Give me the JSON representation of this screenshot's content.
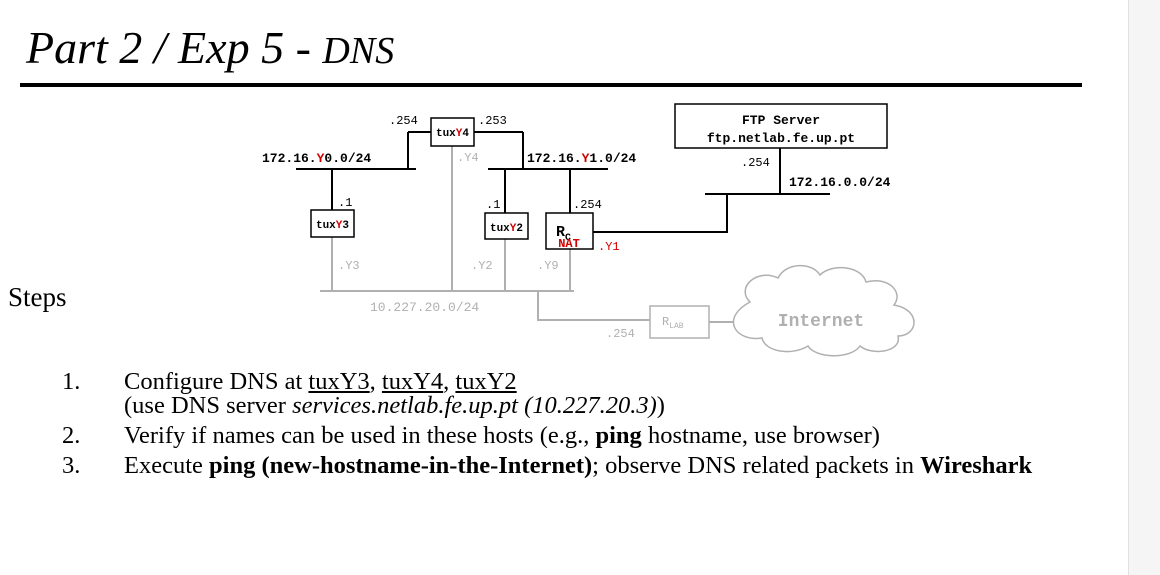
{
  "title": {
    "main": "Part 2 / Exp 5 - ",
    "suffix": "DNS"
  },
  "diagram": {
    "colors": {
      "accent": "#d00000",
      "line": "#000000",
      "inactive": "#b0b0b0"
    },
    "nets": {
      "net_y0": {
        "pre": "172.16.",
        "y": "Y",
        "post": "0.0/24"
      },
      "net_y1": {
        "pre": "172.16.",
        "y": "Y",
        "post": "1.0/24"
      },
      "net_16": "172.16.0.0/24",
      "net_lab": "10.227.20.0/24"
    },
    "hosts": {
      "tux4": {
        "pre": "tux",
        "y": "Y",
        "post": "4"
      },
      "tux3": {
        "pre": "tux",
        "y": "Y",
        "post": "3"
      },
      "tux2": {
        "pre": "tux",
        "y": "Y",
        "post": "2"
      },
      "rc": {
        "main": "R",
        "sub": "C",
        "nat": "NAT"
      },
      "rlab": {
        "main": "R",
        "sub": "LAB"
      },
      "ftp": {
        "line1": "FTP Server",
        "line2": "ftp.netlab.fe.up.pt"
      },
      "internet": "Internet"
    },
    "addresses": {
      "tux4_left": ".254",
      "tux4_right": ".253",
      "tux4_bottom": ".Y4",
      "tux3_top": ".1",
      "tux3_bottom": ".Y3",
      "tux2_top": ".1",
      "tux2_bottom": ".Y2",
      "rc_top": ".254",
      "rc_bottom": ".Y9",
      "rc_right": ".Y1",
      "ftp_bottom": ".254",
      "rlab_left": ".254"
    }
  },
  "steps_label": "Steps",
  "steps": [
    {
      "num": "1.",
      "line1": {
        "prefix": "Configure DNS at ",
        "h1": "tuxY3",
        "sep1": ", ",
        "h2": "tuxY4",
        "sep2": ", ",
        "h3": "tuxY2"
      },
      "line2": {
        "open": "(use DNS server ",
        "server": "services.netlab.fe.up.pt (10.227.20.3)",
        "close": ")"
      }
    },
    {
      "num": "2.",
      "prefix": "Verify if names can be used in these hosts (e.g., ",
      "bold": "ping",
      "suffix": " hostname, use browser)"
    },
    {
      "num": "3.",
      "prefix": "Execute ",
      "bold": "ping (new-hostname-in-the-Internet)",
      "middle": "; observe DNS related packets in ",
      "bold2": "Wireshark"
    }
  ]
}
